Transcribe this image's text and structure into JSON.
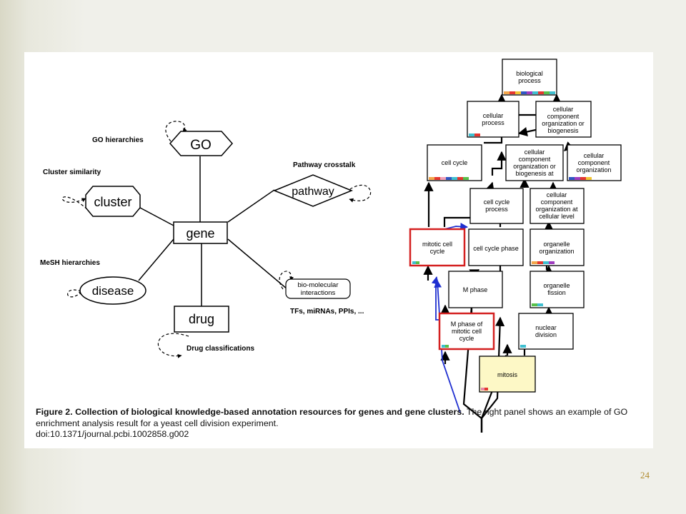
{
  "left_panel": {
    "nodes": {
      "gene": "gene",
      "go": "GO",
      "cluster": "cluster",
      "disease": "disease",
      "drug": "drug",
      "pathway": "pathway",
      "biomolecular_line1": "bio-molecular",
      "biomolecular_line2": "interactions"
    },
    "labels": {
      "go_hierarchies": "GO hierarchies",
      "cluster_similarity": "Cluster similarity",
      "mesh_hierarchies": "MeSH hierarchies",
      "drug_classifications": "Drug classifications",
      "pathway_crosstalk": "Pathway crosstalk",
      "interaction_types": "TFs, miRNAs, PPIs, ..."
    }
  },
  "right_panel": {
    "nodes": {
      "biological_process": [
        "biological",
        "process"
      ],
      "cellular_process": [
        "cellular",
        "process"
      ],
      "cellular_component_org_biogenesis": [
        "cellular",
        "component",
        "organization or",
        "biogenesis"
      ],
      "cell_cycle": [
        "cell cycle"
      ],
      "cc_org_biogenesis_at": [
        "cellular",
        "component",
        "organization or",
        "biogenesis at"
      ],
      "cellular_component_org": [
        "cellular",
        "component",
        "organization"
      ],
      "cell_cycle_process": [
        "cell cycle",
        "process"
      ],
      "cc_org_cellular_level": [
        "cellular",
        "component",
        "organization at",
        "cellular level"
      ],
      "mitotic_cell_cycle": [
        "mitotic cell",
        "cycle"
      ],
      "cell_cycle_phase": [
        "cell cycle phase"
      ],
      "organelle_organization": [
        "organelle",
        "organization"
      ],
      "m_phase": [
        "M phase"
      ],
      "organelle_fission": [
        "organelle",
        "fission"
      ],
      "m_phase_mitotic": [
        "M phase of",
        "mitotic cell",
        "cycle"
      ],
      "nuclear_division": [
        "nuclear",
        "division"
      ],
      "mitosis": [
        "mitosis"
      ]
    }
  },
  "caption": {
    "title": "Figure 2. Collection of biological knowledge-based annotation resources for genes and gene clusters.",
    "body": " The right panel shows an example of GO enrichment analysis result for a yeast cell division experiment.",
    "doi": "doi:10.1371/journal.pcbi.1002858.g002"
  },
  "page_number": "24",
  "colors": {
    "highlight_border": "#d42020",
    "mitosis_fill": "#fdf8c6",
    "blue_edge": "#1f2fd0",
    "page_number": "#b08a2e"
  }
}
